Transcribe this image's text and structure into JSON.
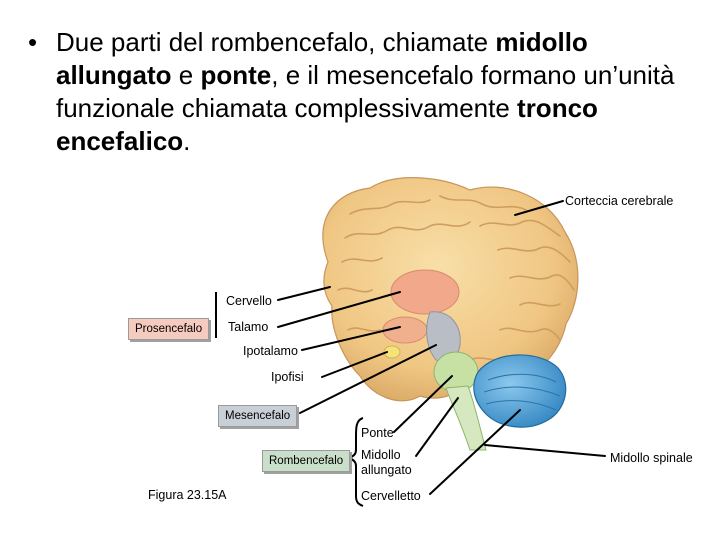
{
  "slide": {
    "bullet": "•",
    "text_parts": [
      {
        "text": "Due parti del rombencefalo, chiamate ",
        "bold": false
      },
      {
        "text": "midollo allungato",
        "bold": true
      },
      {
        "text": " e ",
        "bold": false
      },
      {
        "text": "ponte",
        "bold": true
      },
      {
        "text": ", e il mesencefalo formano un’unità funzionale chiamata complessivamente ",
        "bold": false
      },
      {
        "text": "tronco encefalico",
        "bold": true
      },
      {
        "text": ".",
        "bold": false
      }
    ]
  },
  "labels": {
    "corteccia": "Corteccia cerebrale",
    "cervello": "Cervello",
    "talamo": "Talamo",
    "ipotalamo": "Ipotalamo",
    "ipofisi": "Ipofisi",
    "ponte": "Ponte",
    "midollo_allungato": "Midollo allungato",
    "cervelletto": "Cervelletto",
    "midollo_spinale": "Midollo spinale"
  },
  "groups": {
    "prosencefalo": "Prosencefalo",
    "mesencefalo": "Mesencefalo",
    "rombencefalo": "Rombencefalo"
  },
  "figure_caption": "Figura 23.15A",
  "colors": {
    "cortex": "#f3cf8f",
    "cortex_shadow": "#d9a764",
    "thalamus": "#f2a88a",
    "midbrain": "#b9bec6",
    "pons": "#c7e1a5",
    "cerebellum": "#4ea3d8",
    "pituitary": "#f5e37a"
  }
}
